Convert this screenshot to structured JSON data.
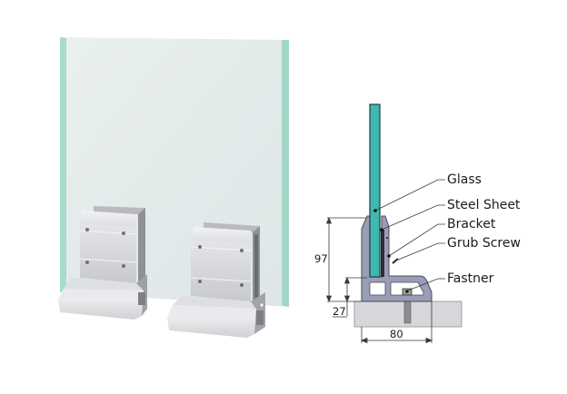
{
  "figure": {
    "type": "glass-railing-spigot-bracket-diagram",
    "render_3d": {
      "description": "Glass panel held by two aluminium base brackets",
      "components": [
        "glass-panel",
        "bracket-left",
        "bracket-right"
      ],
      "colors": {
        "glass_face": "#e6ecec",
        "glass_edge": "#9fd8c8",
        "aluminium_light": "#e8e8ea",
        "aluminium_mid": "#c9cacd",
        "aluminium_dark": "#8e9095"
      }
    },
    "cross_section": {
      "labels": [
        {
          "id": "glass",
          "text": "Glass"
        },
        {
          "id": "steel-sheet",
          "text": "Steel Sheet"
        },
        {
          "id": "bracket",
          "text": "Bracket"
        },
        {
          "id": "grub-screw",
          "text": "Grub Screw"
        },
        {
          "id": "fastner",
          "text": "Fastner"
        }
      ],
      "dimensions": {
        "bracket_height": "97",
        "base_height": "27",
        "base_width": "80"
      },
      "colors": {
        "glass": "#3fb8b0",
        "glass_outline": "#1f3c44",
        "bracket": "#9a9cb4",
        "bracket_outline": "#4a4c60",
        "base_block": "#d4d5d8",
        "steel_sheet": "#2c2d3a",
        "fastener_bolt": "#8a8a8a"
      }
    }
  }
}
